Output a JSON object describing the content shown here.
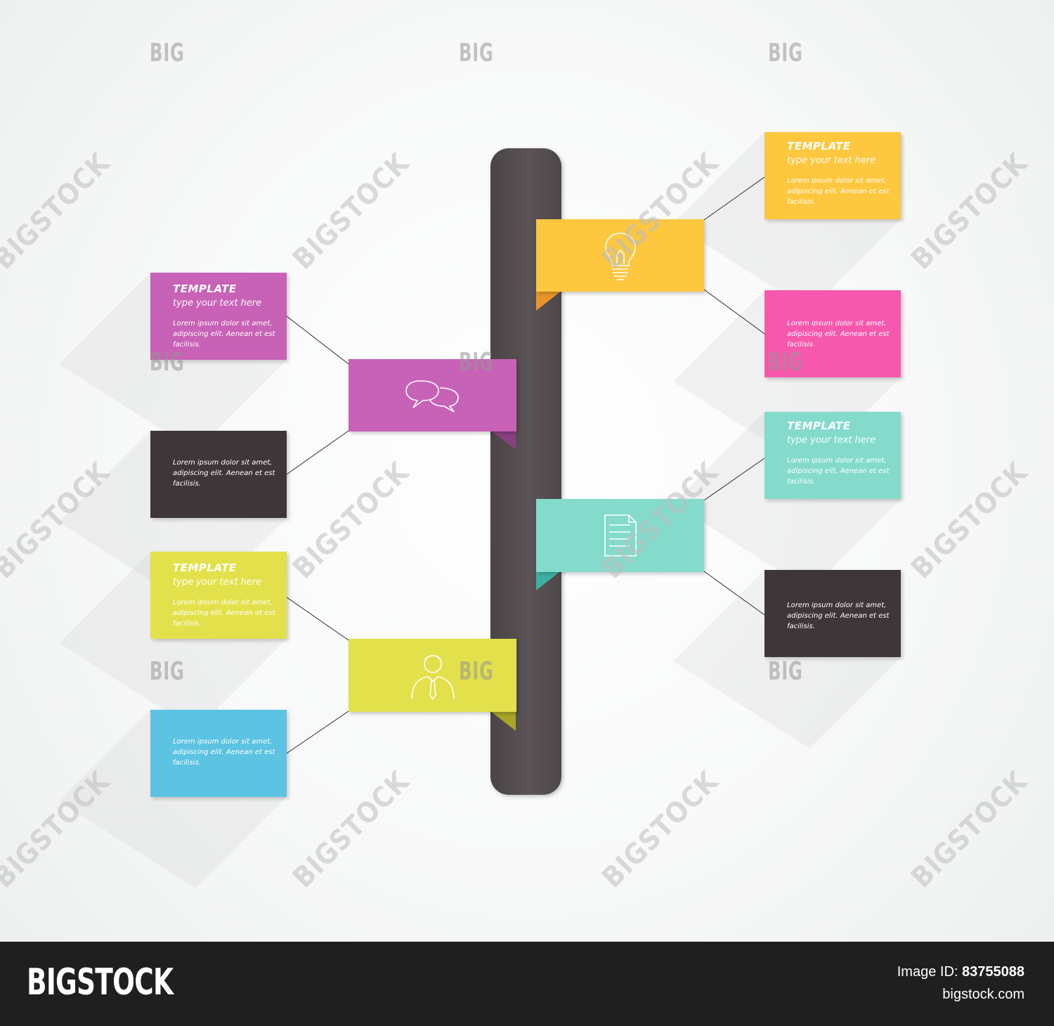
{
  "colors": {
    "purple": "#c862b6",
    "dark": "#3e3639",
    "lime": "#e3e14b",
    "cyan": "#5cc3e2",
    "amber": "#fdc73f",
    "pink": "#f658ad",
    "mint": "#84dbcc",
    "spine": "#585255"
  },
  "boxes": [
    {
      "title": "TEMPLATE",
      "subtitle": "type your text here",
      "body": [
        "Lorem ipsum dolor sit amet,",
        "adipiscing elit. Aenean et est",
        "facilisis."
      ]
    },
    {
      "body": [
        "Lorem ipsum dolor sit amet,",
        "adipiscing elit. Aenean et est",
        "facilisis."
      ]
    },
    {
      "title": "TEMPLATE",
      "subtitle": "type your text here",
      "body": [
        "Lorem ipsum dolor sit amet,",
        "adipiscing elit. Aenean et est",
        "facilisis."
      ]
    },
    {
      "body": [
        "Lorem ipsum dolor sit amet,",
        "adipiscing elit. Aenean et est",
        "facilisis."
      ]
    },
    {
      "title": "TEMPLATE",
      "subtitle": "type your text here",
      "body": [
        "Lorem ipsum dolor sit amet,",
        "adipiscing elit. Aenean et est",
        "facilisis."
      ]
    },
    {
      "body": [
        "Lorem ipsum dolor sit amet,",
        "adipiscing elit. Aenean et est",
        "facilisis."
      ]
    },
    {
      "title": "TEMPLATE",
      "subtitle": "type your text here",
      "body": [
        "Lorem ipsum dolor sit amet,",
        "adipiscing elit. Aenean et est",
        "facilisis."
      ]
    },
    {
      "body": [
        "Lorem ipsum dolor sit amet,",
        "adipiscing elit. Aenean et est",
        "facilisis."
      ]
    }
  ],
  "nodes": [
    {
      "icon": "speech-bubbles-icon"
    },
    {
      "icon": "person-icon"
    },
    {
      "icon": "lightbulb-icon"
    },
    {
      "icon": "document-icon"
    }
  ],
  "watermark": {
    "big": "BIG",
    "stock": "BIGSTOCK"
  },
  "footer": {
    "logo": "BIGSTOCK",
    "id_label": "Image ID:",
    "id_value": "83755088",
    "url": "bigstock.com"
  }
}
